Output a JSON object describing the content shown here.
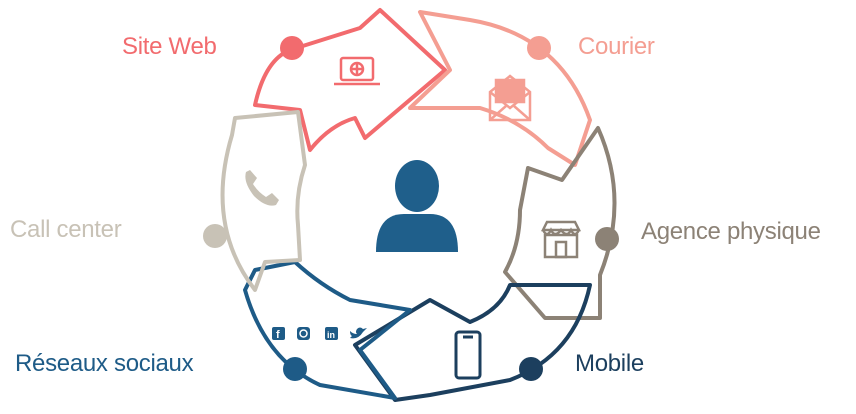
{
  "diagram": {
    "center_icon": "user-icon",
    "channels": [
      {
        "key": "site_web",
        "label": "Site Web",
        "color": "#f26b6e",
        "icon": "laptop-globe-icon"
      },
      {
        "key": "courier",
        "label": "Courier",
        "color": "#f49e92",
        "icon": "envelope-letter-icon"
      },
      {
        "key": "agence",
        "label": "Agence physique",
        "color": "#8c8276",
        "icon": "storefront-icon"
      },
      {
        "key": "mobile",
        "label": "Mobile",
        "color": "#1c3f5e",
        "icon": "smartphone-icon"
      },
      {
        "key": "reseaux",
        "label": "Réseaux sociaux",
        "color": "#1e5b87",
        "icon": "social-media-icons"
      },
      {
        "key": "call",
        "label": "Call center",
        "color": "#c8c2b6",
        "icon": "telephone-icon"
      }
    ]
  },
  "colors": {
    "center_user": "#1f5f8b",
    "site_web": "#f26b6e",
    "courier": "#f49e92",
    "agence": "#8c8276",
    "mobile": "#1c3f5e",
    "reseaux": "#1e5b87",
    "call": "#c8c2b6"
  }
}
